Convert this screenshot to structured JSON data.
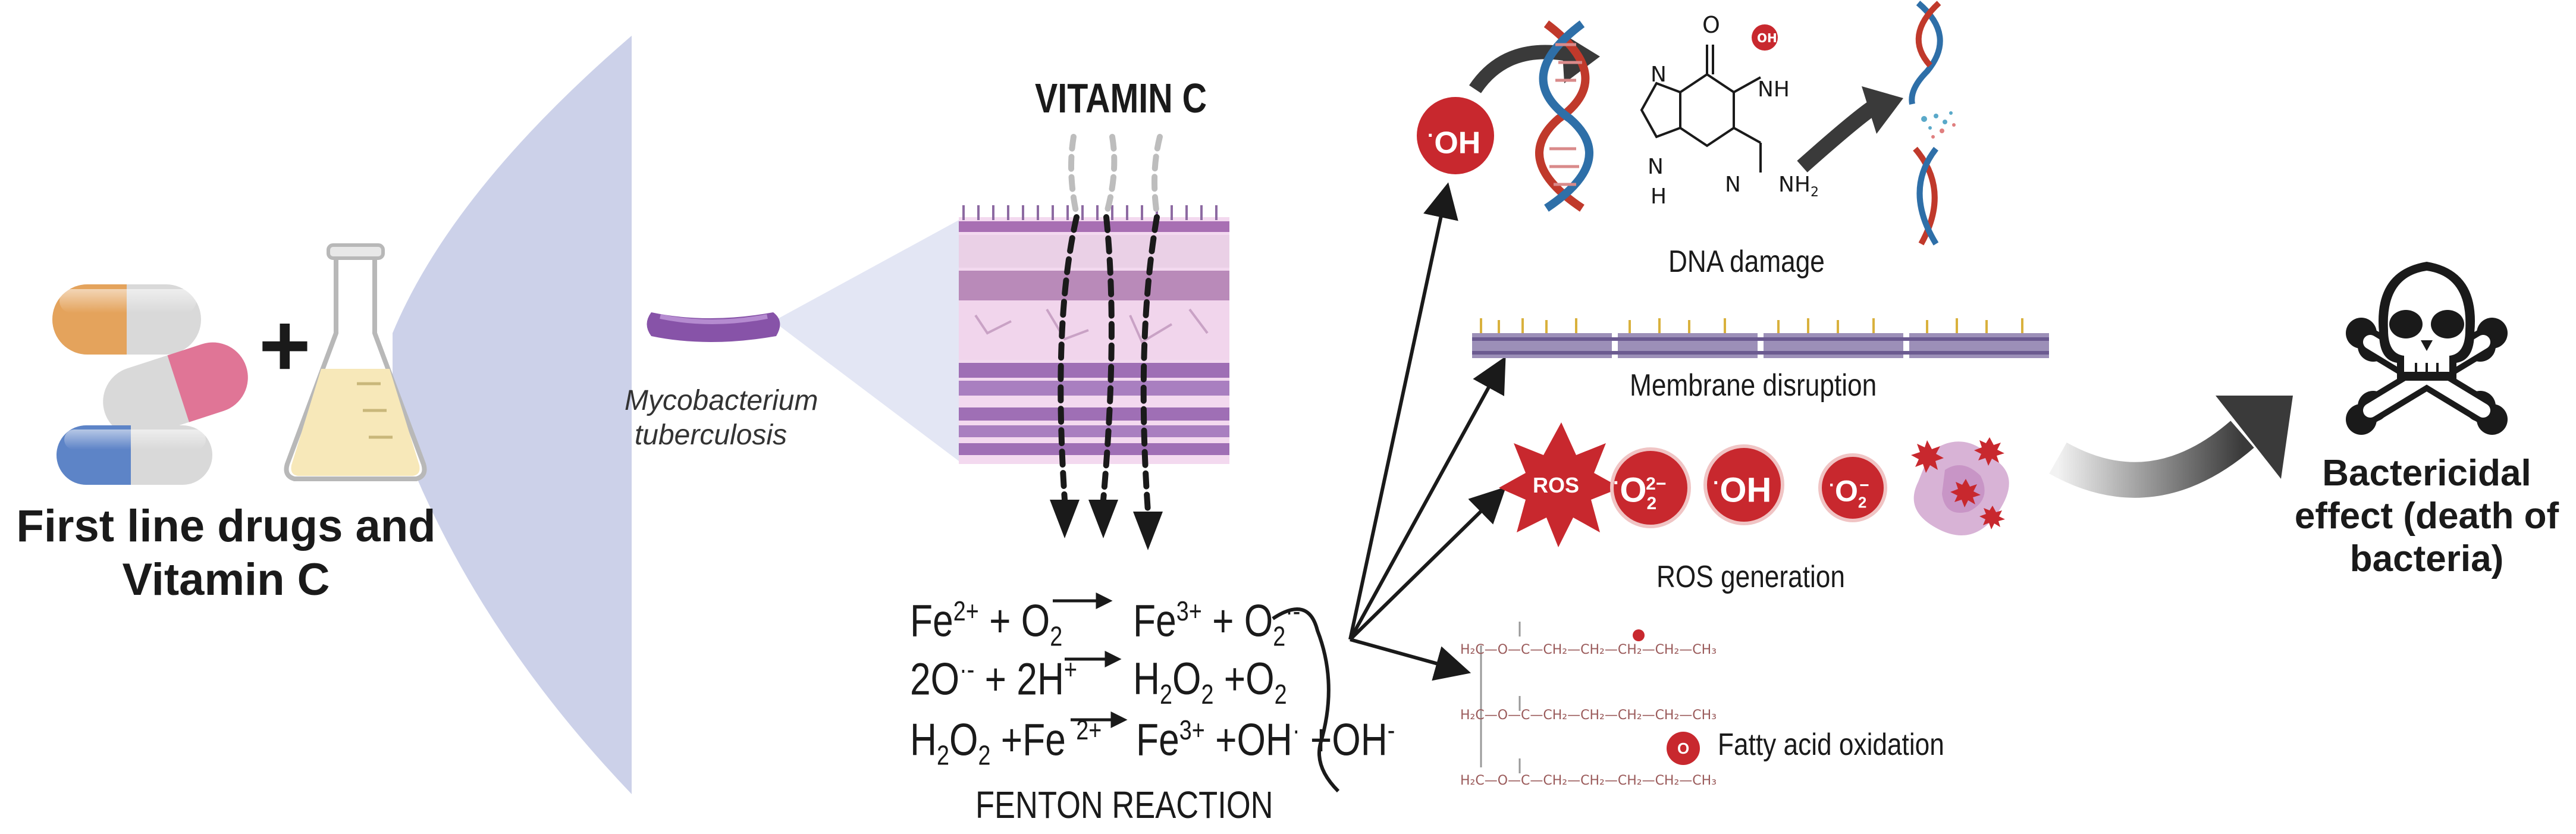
{
  "left_label": {
    "line1": "First line drugs and",
    "line2": "Vitamin C"
  },
  "plus_sign": "+",
  "bacterium_label": {
    "line1": "Mycobacterium",
    "line2": "tuberculosis"
  },
  "vitamin_label": "VITAMIN C",
  "fenton": {
    "title": "FENTON REACTION",
    "eq1_left": "Fe",
    "eq1_left_sup": "2+",
    "eq1_left_rest": " + O",
    "eq1_left_sub": "2",
    "eq1_right": "Fe",
    "eq1_right_sup": "3+",
    "eq1_right_rest": " + O",
    "eq1_right_sub": "2",
    "eq1_right_sup2": "·-",
    "eq2_left": "2O",
    "eq2_left_sup": "·-",
    "eq2_left_rest": " + 2H",
    "eq2_left_sup2": "+",
    "eq2_right": "H",
    "eq2_right_sub": "2",
    "eq2_right_mid": "O",
    "eq2_right_sub2": "2",
    "eq2_right_rest": " +O",
    "eq2_right_sub3": "2",
    "eq3_left": "H",
    "eq3_left_sub": "2",
    "eq3_left_mid": "O",
    "eq3_left_sub2": "2",
    "eq3_left_rest": " +Fe ",
    "eq3_left_sup": "2+",
    "eq3_right": "Fe",
    "eq3_right_sup": "3+",
    "eq3_right_rest": " +OH",
    "eq3_right_sup2": "·",
    "eq3_right_rest2": " +OH",
    "eq3_right_sup3": "-"
  },
  "radical_oh": "OH",
  "radical_dot": "·",
  "guanine": {
    "o": "O",
    "n1": "N",
    "nh1": "NH",
    "n2": "N",
    "n3": "N",
    "h": "H",
    "nh2": "NH",
    "nh2_sub": "2",
    "oh_badge": "OH"
  },
  "labels": {
    "dna_damage": "DNA damage",
    "membrane": "Membrane disruption",
    "ros": "ROS generation",
    "fatty": "Fatty acid oxidation"
  },
  "ros_items": {
    "star": "ROS",
    "o2_superoxide_base": "O",
    "o2_superoxide_sub": "2",
    "o2_superoxide_sup": "2−",
    "oh": "OH",
    "o2_radical_base": "O",
    "o2_radical_sub": "2",
    "o2_radical_sup": "−"
  },
  "fatty_badge": "O",
  "lipid_rows": [
    "H₂C—O—C—CH₂—CH₂—CH₂—CH₂—CH₃",
    "H₂C—O—C—CH₂—CH₂—CH₂—CH₂—CH₃",
    "H₂C—O—C—CH₂—CH₂—CH₂—CH₂—CH₃"
  ],
  "outcome": {
    "line1": "Bactericidal",
    "line2": "effect (death of",
    "line3": "bacteria)"
  },
  "colors": {
    "red": "#c8282e",
    "purple": "#7e4a9c",
    "membrane_pink": "#dfb3d8",
    "cone_blue": "#c9cfe8",
    "dna_red": "#c0392b",
    "dna_blue": "#2e6fa8"
  }
}
